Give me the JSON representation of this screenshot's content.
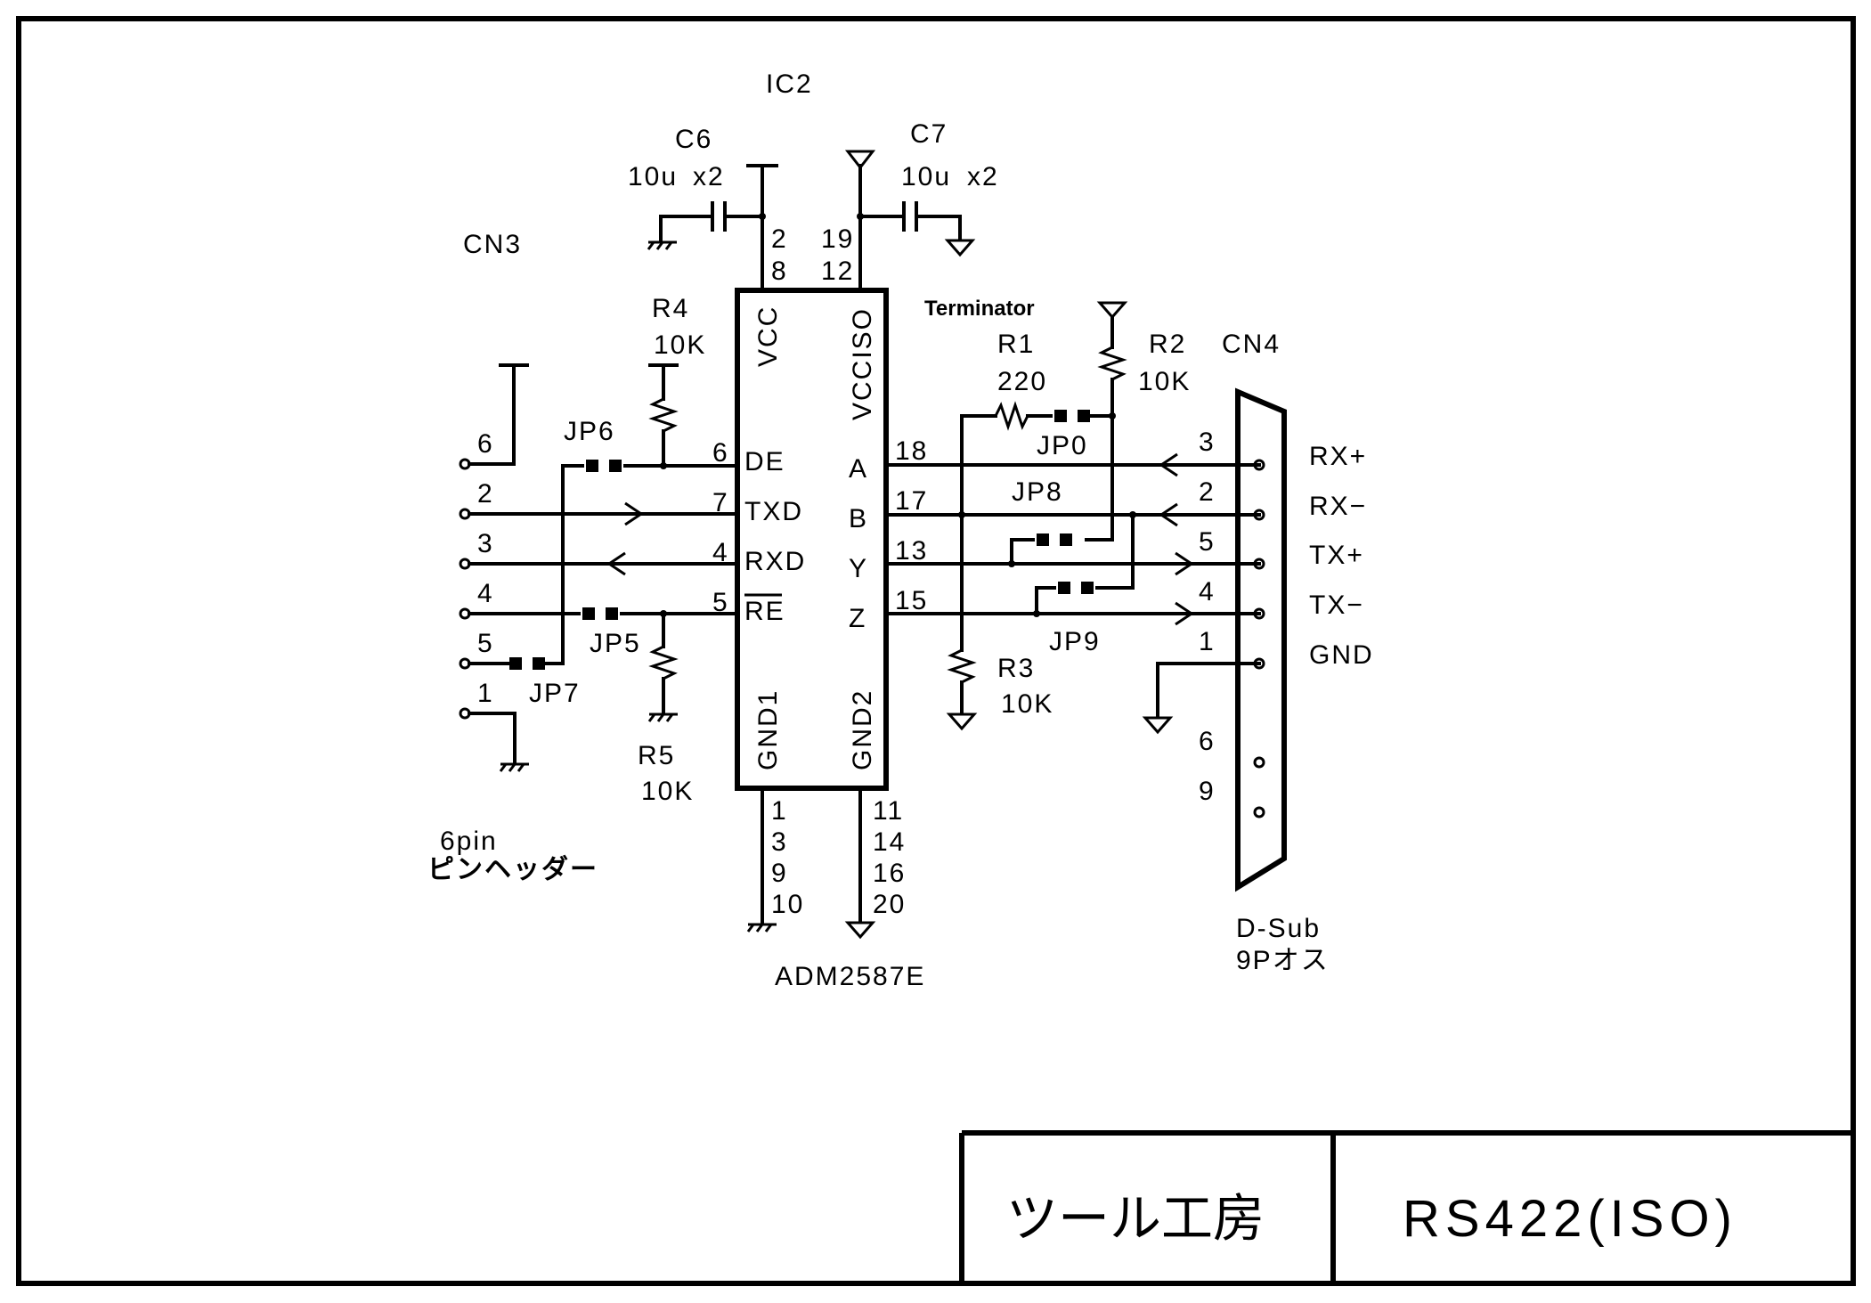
{
  "ic": {
    "ref": "IC2",
    "part": "ADM2587E",
    "pins_left": [
      "VCC",
      "DE",
      "TXD",
      "RXD",
      "RE",
      "GND1"
    ],
    "pins_right": [
      "VCCISO",
      "A",
      "B",
      "Y",
      "Z",
      "GND2"
    ],
    "vcc_pins": [
      "2",
      "8"
    ],
    "vcciso_pins": [
      "19",
      "12"
    ],
    "de_pin": "6",
    "txd_pin": "7",
    "rxd_pin": "4",
    "re_pin": "5",
    "a_pin": "18",
    "b_pin": "17",
    "y_pin": "13",
    "z_pin": "15",
    "gnd1_pins": [
      "1",
      "3",
      "9",
      "10"
    ],
    "gnd2_pins": [
      "11",
      "14",
      "16",
      "20"
    ]
  },
  "caps": {
    "c6": {
      "ref": "C6",
      "value": "10u",
      "mult": "x2"
    },
    "c7": {
      "ref": "C7",
      "value": "10u",
      "mult": "x2"
    }
  },
  "resistors": {
    "r1": {
      "ref": "R1",
      "value": "220"
    },
    "r2": {
      "ref": "R2",
      "value": "10K"
    },
    "r3": {
      "ref": "R3",
      "value": "10K"
    },
    "r4": {
      "ref": "R4",
      "value": "10K"
    },
    "r5": {
      "ref": "R5",
      "value": "10K"
    }
  },
  "jumpers": {
    "jp0": "JP0",
    "jp5": "JP5",
    "jp6": "JP6",
    "jp7": "JP7",
    "jp8": "JP8",
    "jp9": "JP9"
  },
  "terminator_label": "Terminator",
  "cn3": {
    "ref": "CN3",
    "pins": [
      "6",
      "2",
      "3",
      "4",
      "5",
      "1"
    ],
    "desc_line1": "6pin",
    "desc_line2": "ピンヘッダー"
  },
  "cn4": {
    "ref": "CN4",
    "pins": [
      "3",
      "2",
      "5",
      "4",
      "1",
      "6",
      "9"
    ],
    "signals": [
      "RX+",
      "RX−",
      "TX+",
      "TX−",
      "GND"
    ],
    "desc_line1": "D-Sub",
    "desc_line2": "9Pオス"
  },
  "title_block": {
    "maker": "ツール工房",
    "title": "RS422(ISO)"
  }
}
